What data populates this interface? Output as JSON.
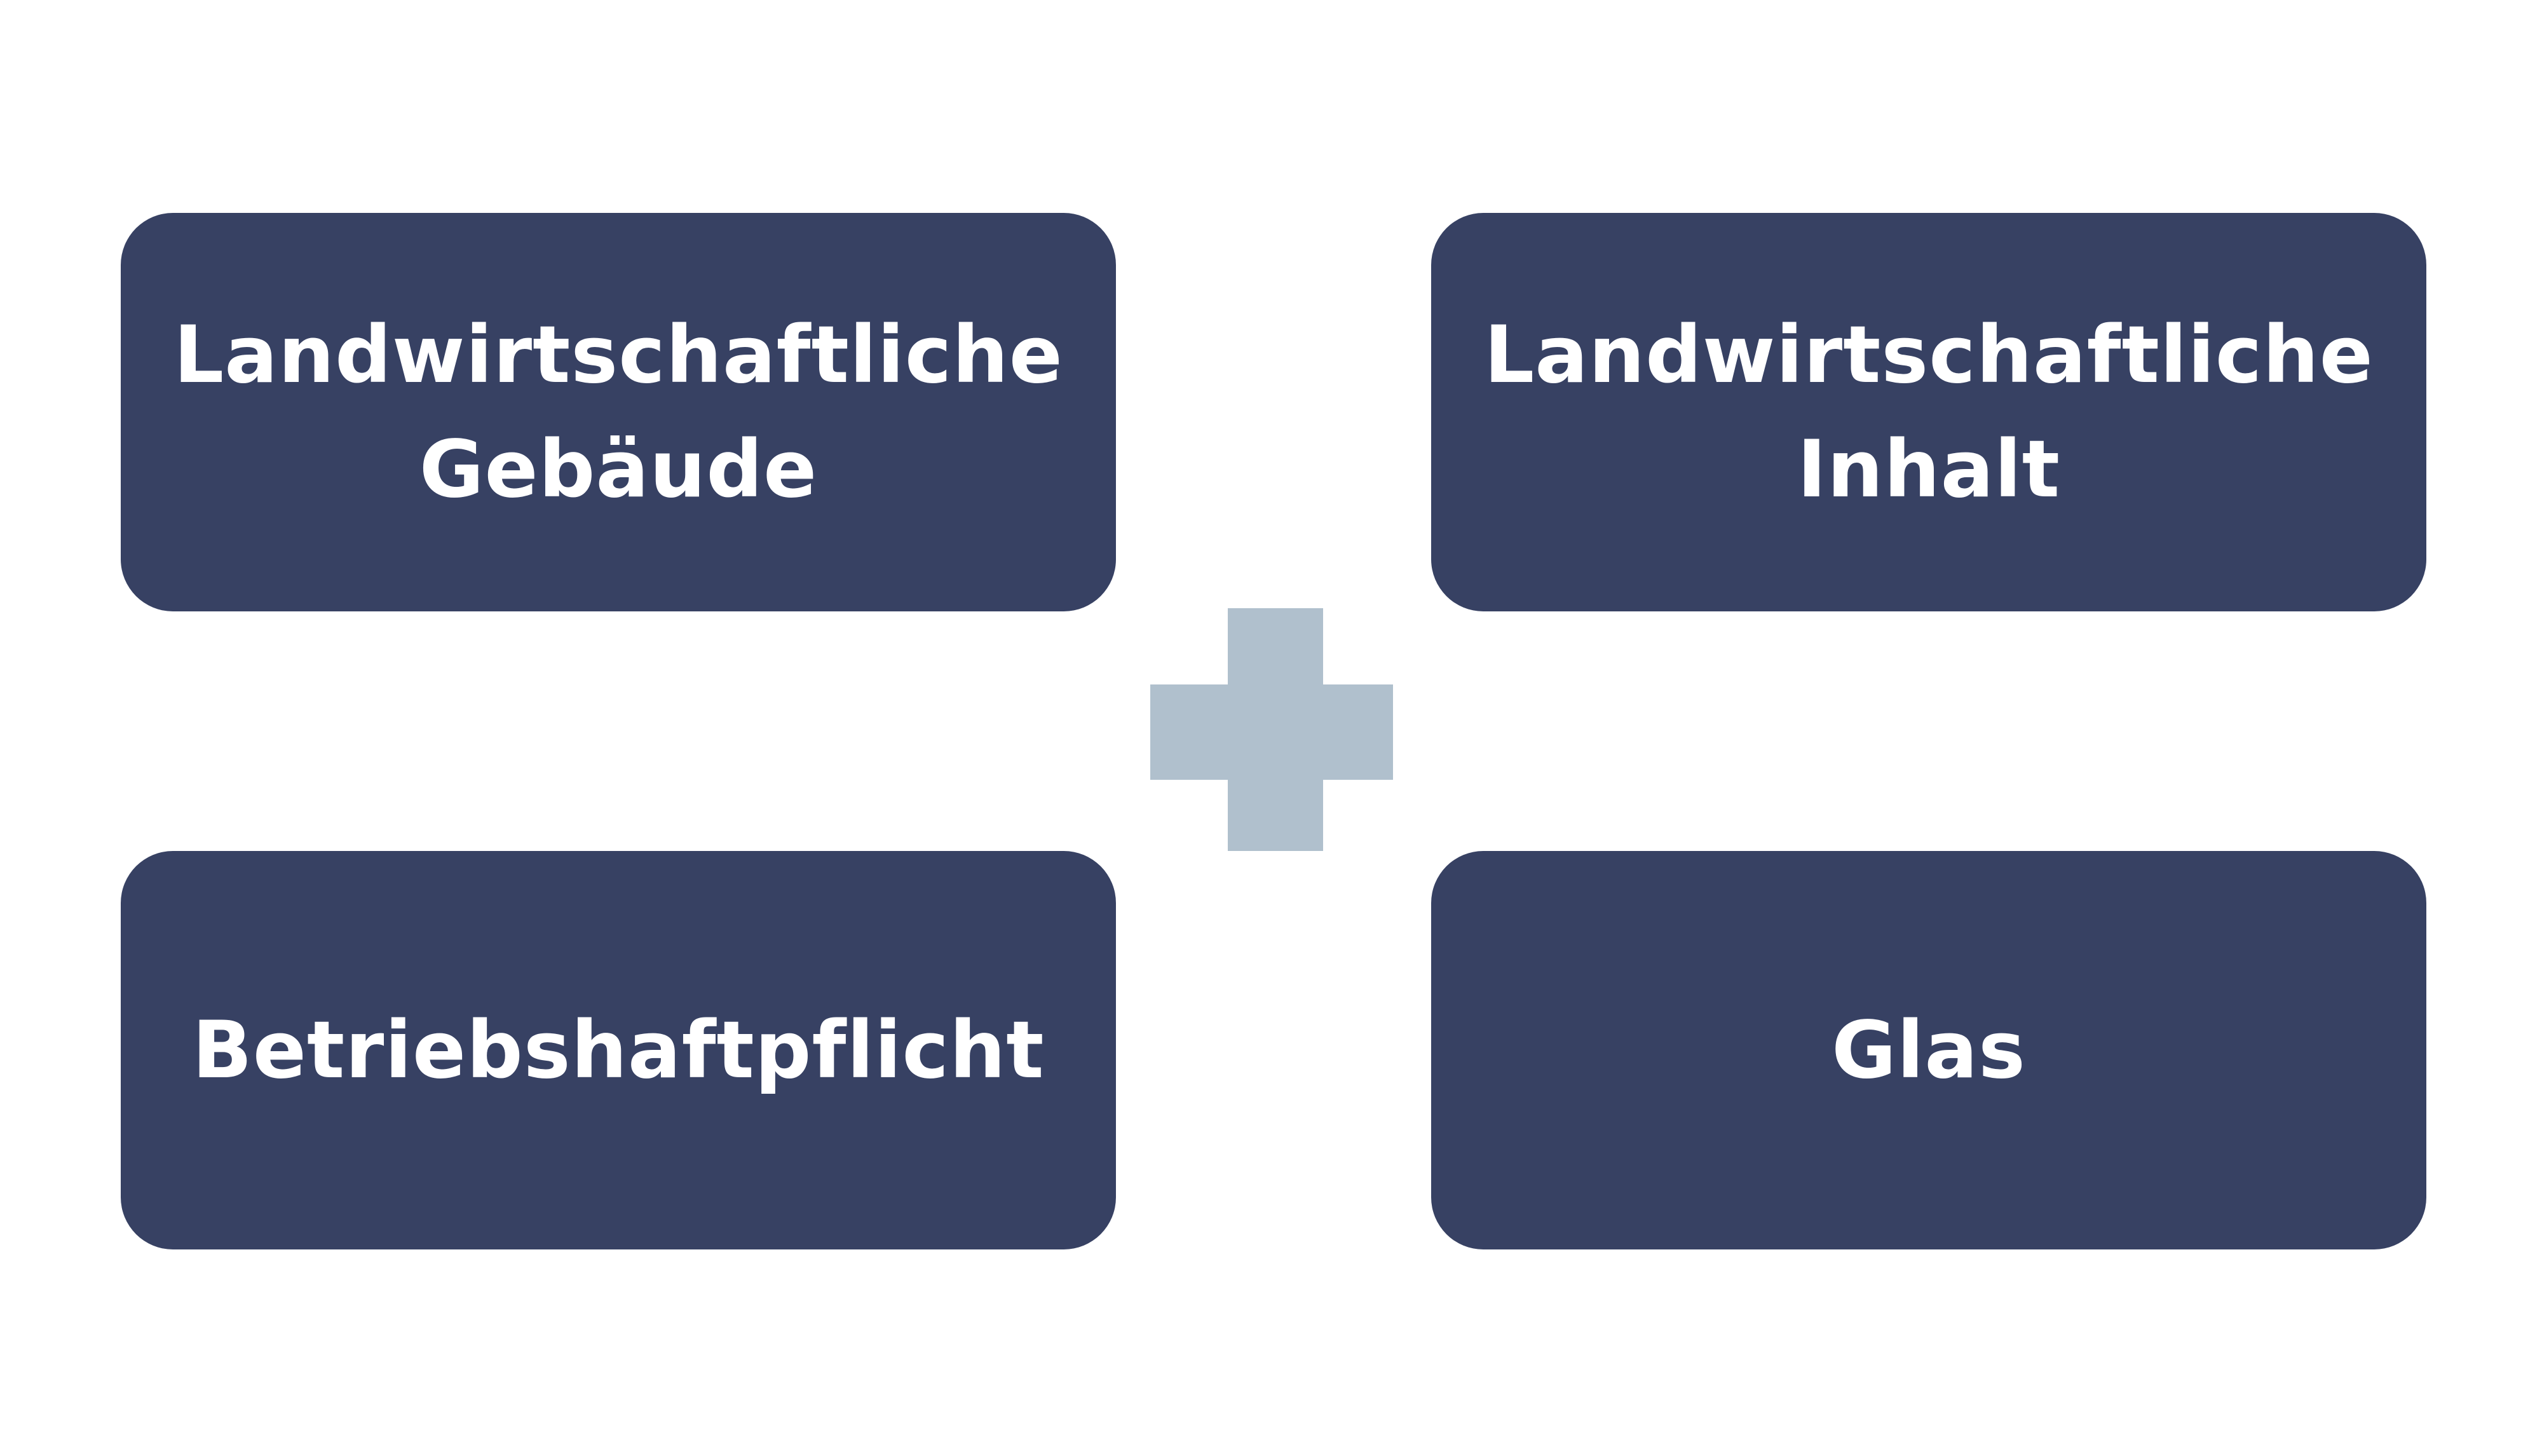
{
  "cards": [
    {
      "lines": [
        "Landwirtschaftliche",
        "Gebäude"
      ]
    },
    {
      "lines": [
        "Landwirtschaftliche",
        "Inhalt"
      ]
    },
    {
      "lines": [
        "Betriebshaftpflicht"
      ]
    },
    {
      "lines": [
        "Glas"
      ]
    }
  ],
  "colors": {
    "card_background": "#374163",
    "card_text": "#ffffff",
    "plus_symbol": "#b0c0cd",
    "page_background": "#ffffff"
  },
  "icons": {
    "center_symbol": "plus-icon"
  }
}
